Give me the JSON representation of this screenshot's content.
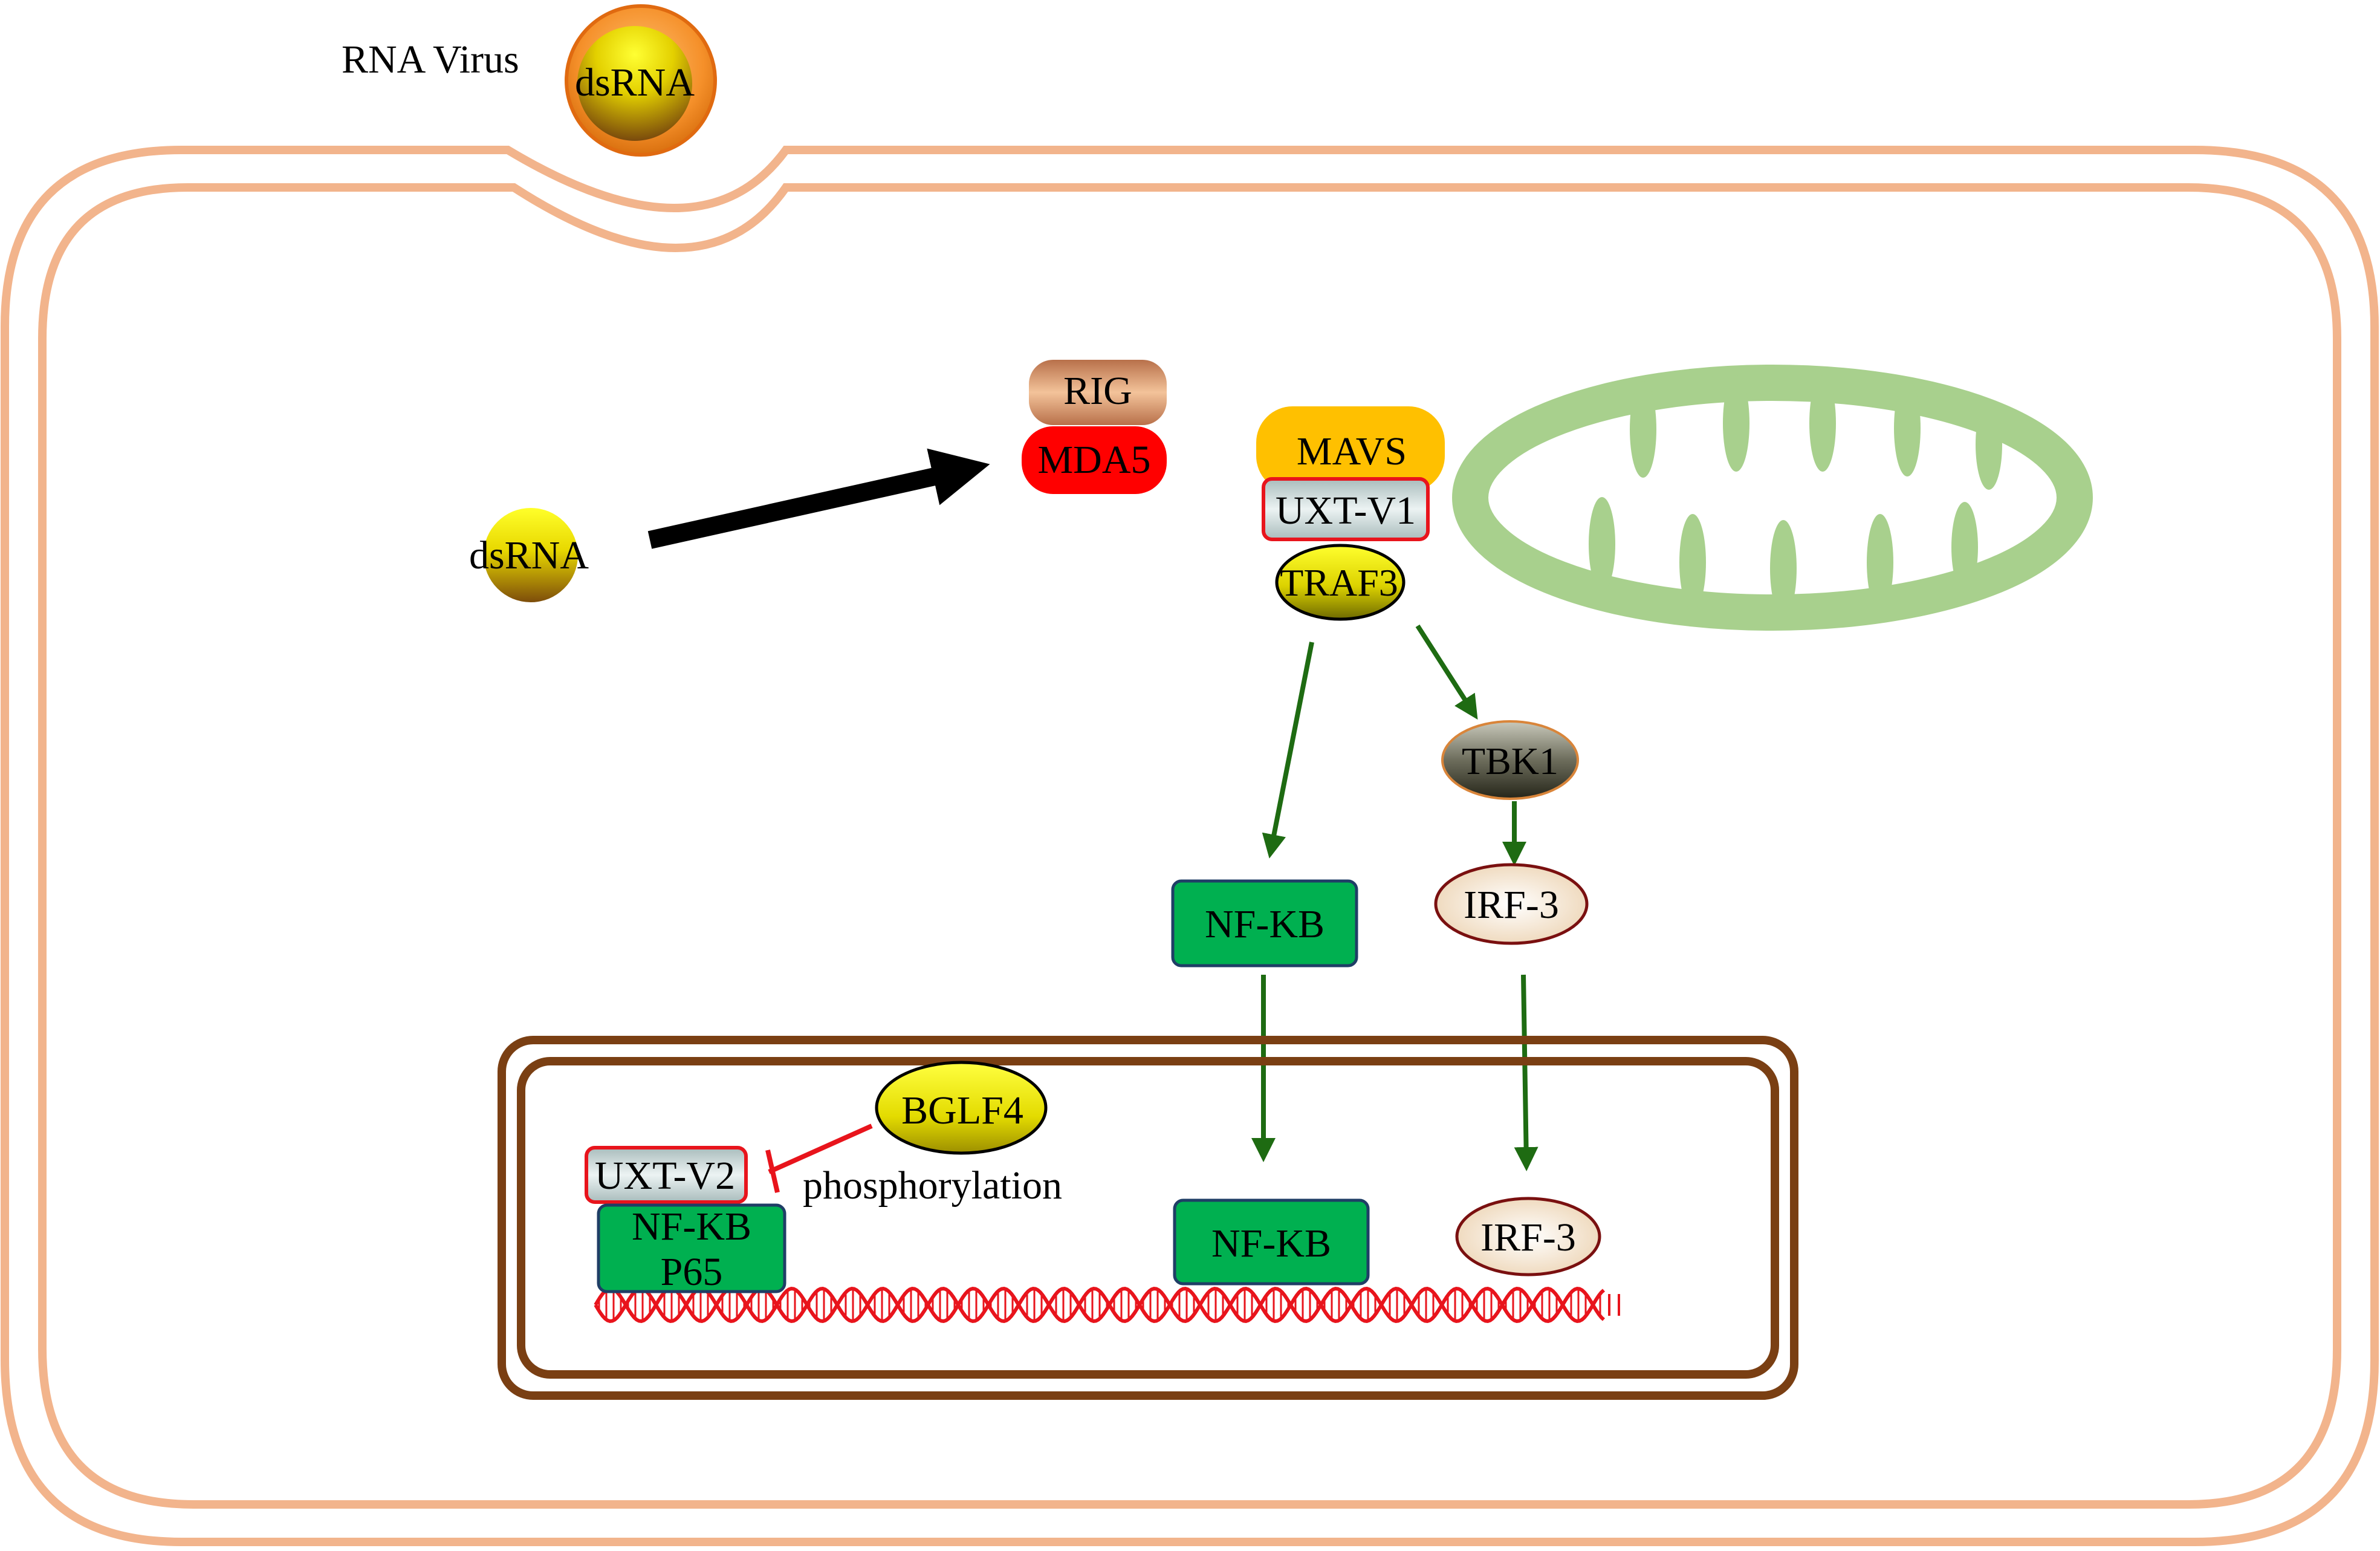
{
  "labels": {
    "rna_virus": "RNA Virus",
    "virus_dsrna": "dsRNA",
    "cyto_dsrna": "dsRNA",
    "rig": "RIG",
    "mda5": "MDA5",
    "mavs": "MAVS",
    "uxt_v1": "UXT-V1",
    "traf3": "TRAF3",
    "tbk1": "TBK1",
    "irf3_cyto": "IRF-3",
    "nfkb_cyto": "NF-KB",
    "bglf4": "BGLF4",
    "uxt_v2": "UXT-V2",
    "phosphorylation": "phosphorylation",
    "nfkb_p65_line1": "NF-KB",
    "nfkb_p65_line2": "P65",
    "nfkb_nuc": "NF-KB",
    "irf3_nuc": "IRF-3"
  },
  "colors": {
    "cell_membrane": "#f2b48c",
    "nucleus_membrane": "#7a3f13",
    "mitochondrion": "#a8d08d",
    "activation_arrow": "#1e6b12",
    "inhibition": "#e8141c",
    "main_arrow": "#000000",
    "rig": "#d6956a",
    "mda5": "#ff0000",
    "mavs": "#ffc000",
    "uxt": "#b7c8c8",
    "traf3": "#e6e600",
    "nfkb": "#00b050",
    "tbk1": "#5f5f4f",
    "irf3": "#f2e0c8",
    "bglf4": "#e6e600",
    "dna": "#e8141c"
  }
}
